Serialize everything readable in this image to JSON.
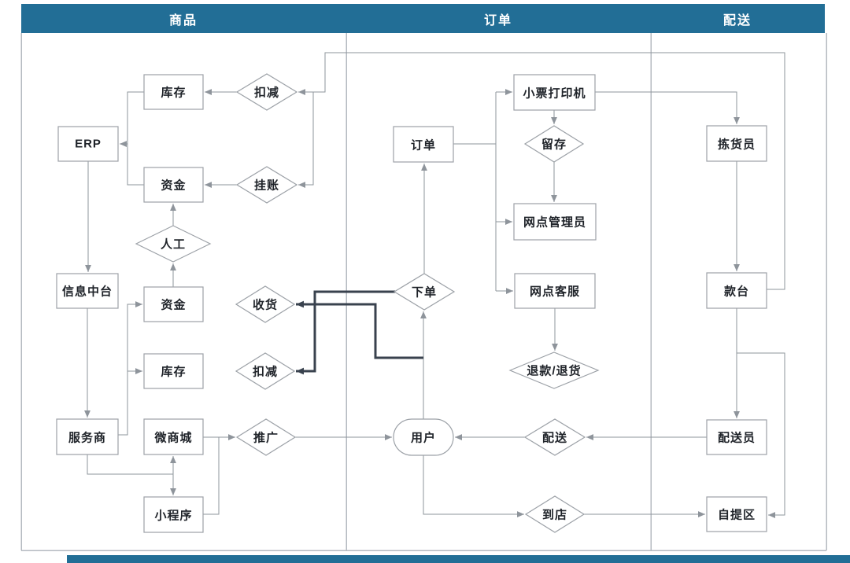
{
  "header": {
    "lanes": [
      {
        "label": "商品"
      },
      {
        "label": "订单"
      },
      {
        "label": "配送"
      }
    ]
  },
  "colors": {
    "header_bg": "#226e96",
    "header_text": "#ffffff",
    "connector": "#8e949b",
    "highlight_connector": "#39424e",
    "shape_border": "#9ca1a7",
    "shape_fill": "#ffffff",
    "frame": "#b4bac0",
    "label_text": "#1f2329"
  },
  "nodes": [
    {
      "id": "kucun-top",
      "shape": "rect",
      "label": "库存"
    },
    {
      "id": "koujian-top",
      "shape": "diamond",
      "label": "扣减"
    },
    {
      "id": "erp",
      "shape": "rect",
      "label": "ERP"
    },
    {
      "id": "zijin-top",
      "shape": "rect",
      "label": "资金"
    },
    {
      "id": "guazhang",
      "shape": "diamond",
      "label": "挂账"
    },
    {
      "id": "rengong",
      "shape": "diamond",
      "label": "人工"
    },
    {
      "id": "xinxi-zhongtai",
      "shape": "rect",
      "label": "信息中台"
    },
    {
      "id": "zijin-mid",
      "shape": "rect",
      "label": "资金"
    },
    {
      "id": "shouhuo",
      "shape": "diamond",
      "label": "收货"
    },
    {
      "id": "kucun-mid",
      "shape": "rect",
      "label": "库存"
    },
    {
      "id": "koujian-mid",
      "shape": "diamond",
      "label": "扣减"
    },
    {
      "id": "fuwushang",
      "shape": "rect",
      "label": "服务商"
    },
    {
      "id": "weishangcheng",
      "shape": "rect",
      "label": "微商城"
    },
    {
      "id": "tuiguang",
      "shape": "diamond",
      "label": "推广"
    },
    {
      "id": "xiaochengxu",
      "shape": "rect",
      "label": "小程序"
    },
    {
      "id": "dingdan",
      "shape": "rect",
      "label": "订单"
    },
    {
      "id": "xiaopiao-dayinji",
      "shape": "rect",
      "label": "小票打印机"
    },
    {
      "id": "liucun",
      "shape": "diamond",
      "label": "留存"
    },
    {
      "id": "wangdian-guanliyuan",
      "shape": "rect",
      "label": "网点管理员"
    },
    {
      "id": "xiadan",
      "shape": "diamond",
      "label": "下单"
    },
    {
      "id": "wangdian-kefu",
      "shape": "rect",
      "label": "网点客服"
    },
    {
      "id": "tuikuan-tuihuo",
      "shape": "diamond",
      "label": "退款/退货"
    },
    {
      "id": "yonghu",
      "shape": "stadium",
      "label": "用户"
    },
    {
      "id": "peisong",
      "shape": "diamond",
      "label": "配送"
    },
    {
      "id": "daodian",
      "shape": "diamond",
      "label": "到店"
    },
    {
      "id": "jianhuoyuan",
      "shape": "rect",
      "label": "拣货员"
    },
    {
      "id": "kuantai",
      "shape": "rect",
      "label": "款台"
    },
    {
      "id": "peisongyuan",
      "shape": "rect",
      "label": "配送员"
    },
    {
      "id": "zitiqu",
      "shape": "rect",
      "label": "自提区"
    }
  ]
}
